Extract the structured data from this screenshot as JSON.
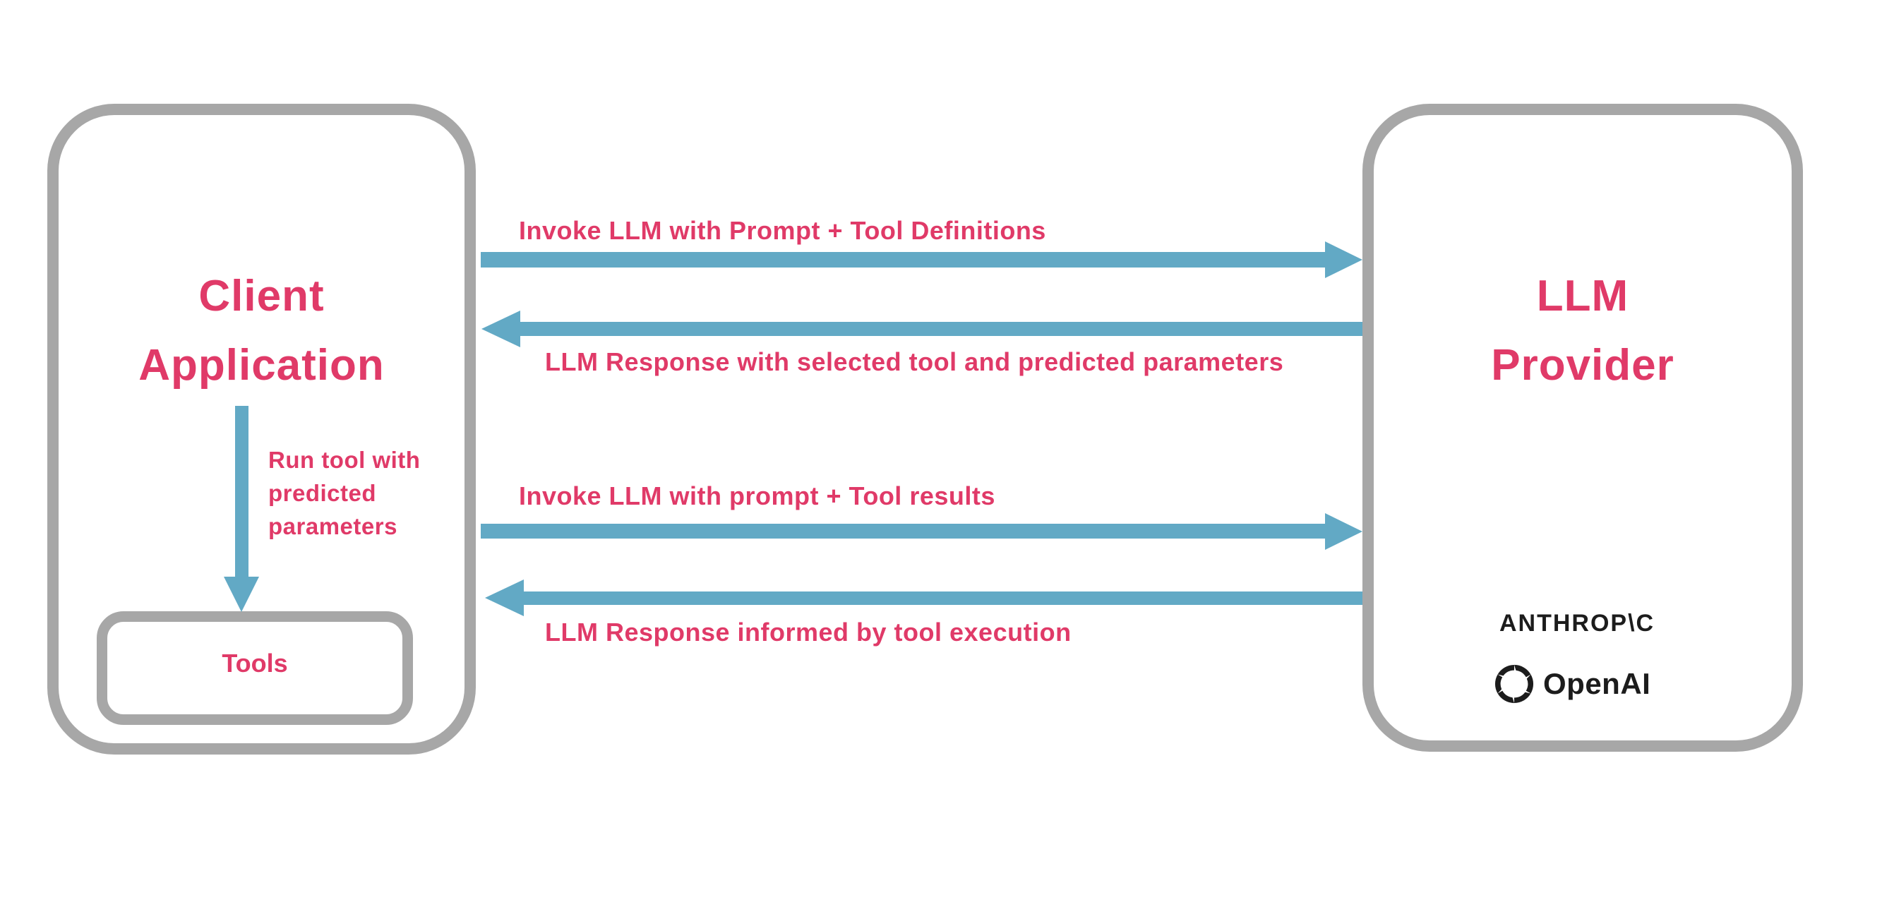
{
  "diagram": {
    "type": "sequence-flow",
    "description": "LLM tool-use loop between a client application and an LLM provider"
  },
  "colors": {
    "accent_pink": "#e03a68",
    "arrow_blue": "#62a9c5",
    "border_gray": "#a7a7a7",
    "logo_black": "#1c1c1c",
    "background": "#ffffff"
  },
  "client_box": {
    "title_lines": [
      "Client",
      "Application"
    ]
  },
  "run_tool_arrow": {
    "direction": "down",
    "label_lines": [
      "Run tool with",
      "predicted",
      "parameters"
    ]
  },
  "tools_box": {
    "label": "Tools"
  },
  "llm_box": {
    "title_lines": [
      "LLM",
      "Provider"
    ],
    "providers": [
      {
        "name": "Anthropic",
        "wordmark": "ANTHROP\\C"
      },
      {
        "name": "OpenAI",
        "wordmark": "OpenAI",
        "icon": "openai-flower-icon"
      }
    ]
  },
  "arrows": [
    {
      "direction": "right",
      "label": "Invoke LLM with Prompt + Tool Definitions",
      "label_position": "above"
    },
    {
      "direction": "left",
      "label": "LLM Response with selected tool and predicted parameters",
      "label_position": "below"
    },
    {
      "direction": "right",
      "label": "Invoke LLM with prompt + Tool results",
      "label_position": "above"
    },
    {
      "direction": "left",
      "label": "LLM Response informed by tool execution",
      "label_position": "below"
    }
  ]
}
